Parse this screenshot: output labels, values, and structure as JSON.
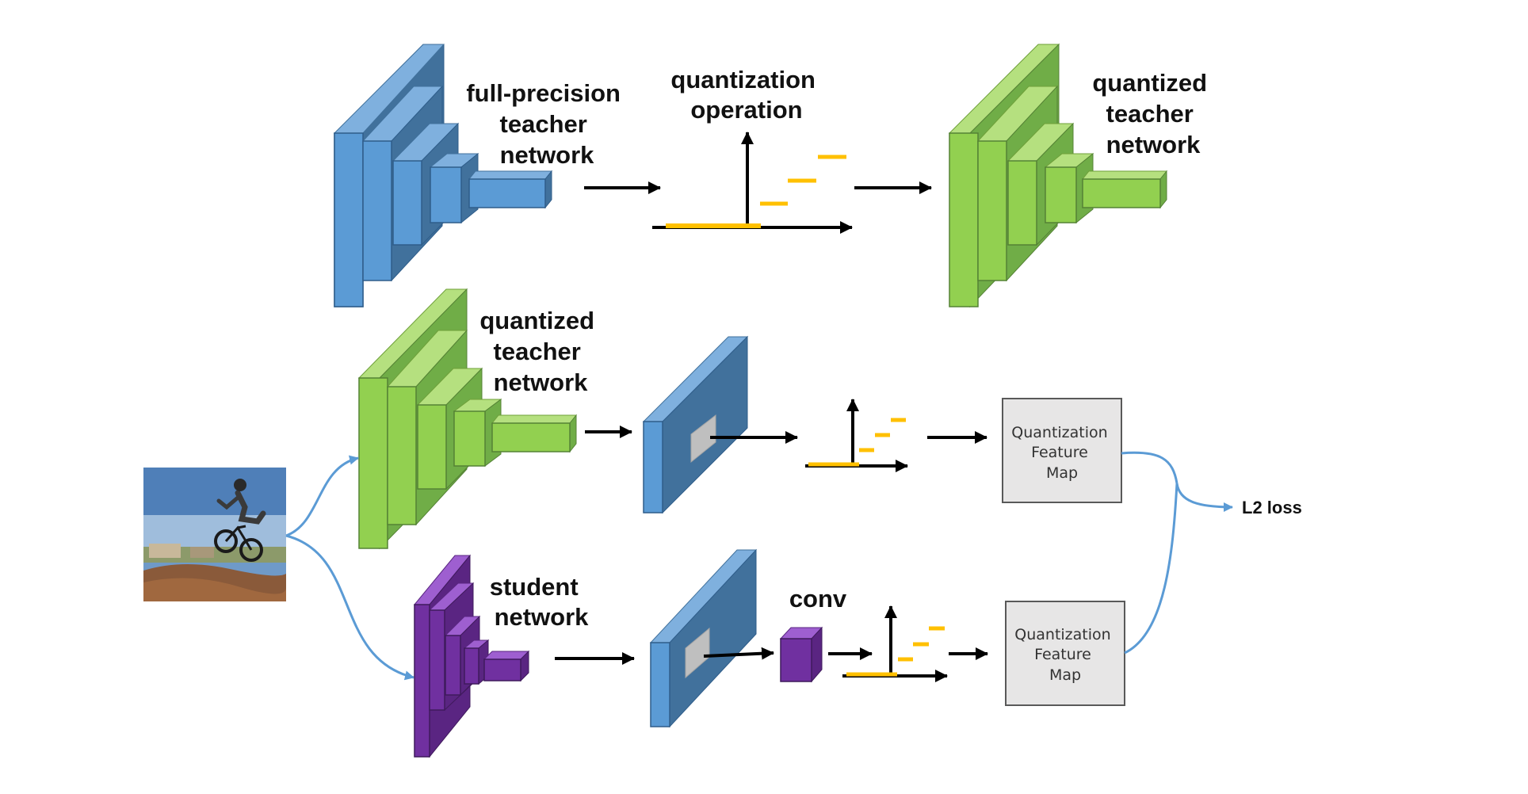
{
  "labels": {
    "full_precision": [
      "full-precision",
      "teacher",
      "network"
    ],
    "quantization_operation": [
      "quantization",
      "operation"
    ],
    "quantized_teacher_top": [
      "quantized",
      "teacher",
      "network"
    ],
    "quantized_teacher_mid": [
      "quantized",
      "teacher",
      "network"
    ],
    "student": [
      "student",
      "network"
    ],
    "conv": "conv",
    "l2_loss": "L2 loss"
  },
  "boxes": {
    "teacher_feature_map": [
      "Quantization",
      "Feature",
      "Map"
    ],
    "student_feature_map": [
      "Quantization",
      "Feature",
      "Map"
    ]
  },
  "colors": {
    "blue": "#5b9bd5",
    "green": "#92d050",
    "purple": "#7030a0",
    "quant_step": "#ffc000",
    "connector": "#5b9bd5",
    "arrow": "#000000"
  },
  "image": {
    "subject": "bmx-rider-photo"
  }
}
